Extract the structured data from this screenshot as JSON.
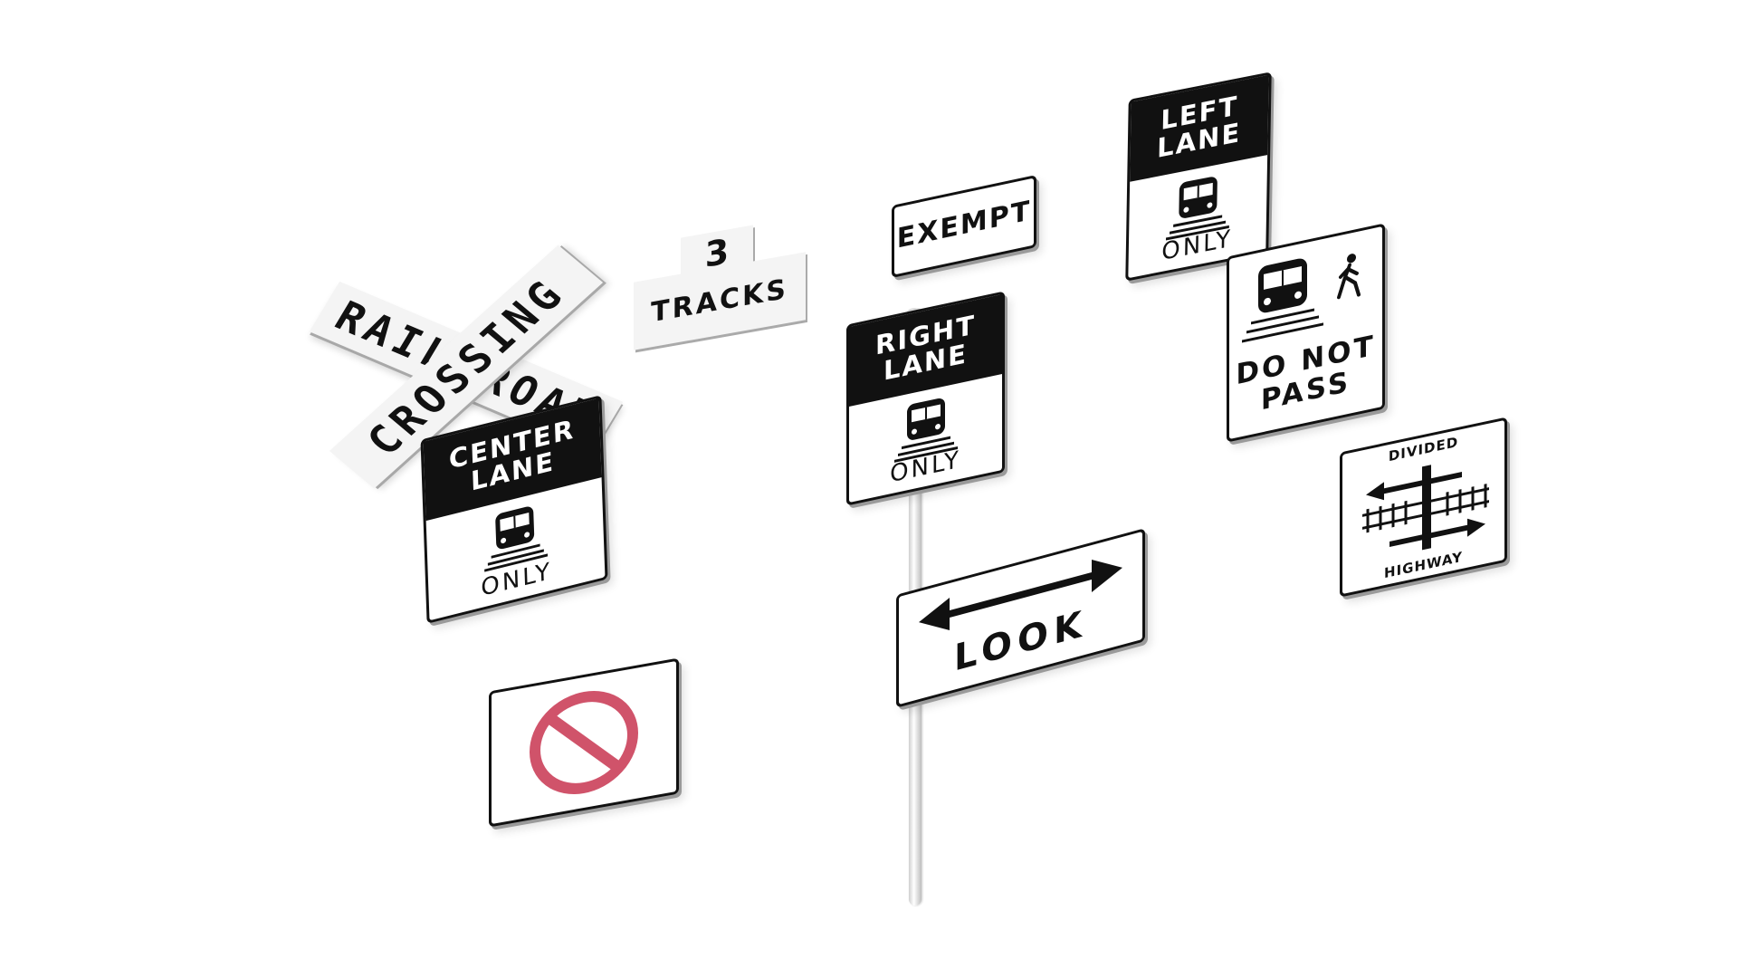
{
  "crossbuck": {
    "word_a_left": "RAIL",
    "word_a_right": "ROAD",
    "word_b": "CROSSING"
  },
  "tracks": {
    "number": "3",
    "word": "TRACKS"
  },
  "exempt": {
    "label": "EXEMPT"
  },
  "left_lane": {
    "line1": "LEFT",
    "line2": "LANE",
    "bottom": "ONLY"
  },
  "right_lane": {
    "line1": "RIGHT",
    "line2": "LANE",
    "bottom": "ONLY"
  },
  "center_lane": {
    "line1": "CENTER",
    "line2": "LANE",
    "bottom": "ONLY"
  },
  "do_not_pass": {
    "line1": "DO NOT",
    "line2": "PASS",
    "icons": [
      "train-icon",
      "pedestrian-icon"
    ]
  },
  "divided_highway": {
    "top": "DIVIDED",
    "bottom": "HIGHWAY",
    "icon": "divided-highway-tracks-icon"
  },
  "look": {
    "label": "LOOK",
    "icon": "double-arrow-icon"
  },
  "no_entry": {
    "icon": "prohibition-circle-icon",
    "color": "#d0536a"
  },
  "colors": {
    "background": "#ffffff",
    "sign_face": "#ffffff",
    "legend": "#111111"
  }
}
